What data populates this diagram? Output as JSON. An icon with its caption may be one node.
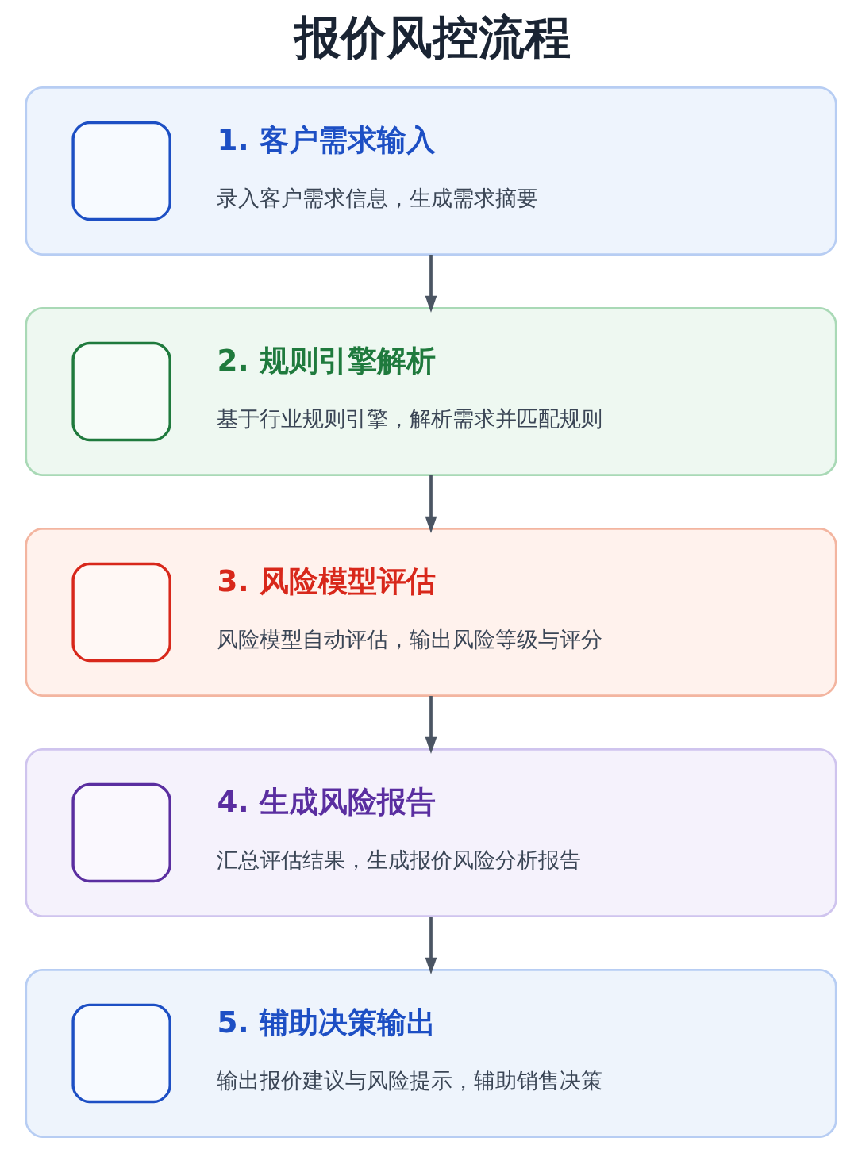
{
  "diagram": {
    "title": "报价风控流程",
    "nodes": [
      {
        "text": [
          "1. 客户需求输入",
          "录入客户需求信息，生成需求摘要"
        ]
      },
      {
        "text": [
          "2. 规则引擎解析",
          "基于行业规则引擎，解析需求并匹配规则"
        ]
      },
      {
        "text": [
          "3. 风险模型评估",
          "风险模型自动评估，输出风险等级与评分"
        ]
      },
      {
        "text": [
          "4. 生成风险报告",
          "汇总评估结果，生成报价风险分析报告"
        ]
      },
      {
        "text": [
          "5. 辅助决策输出",
          "输出报价建议与风险提示，辅助销售决策"
        ]
      }
    ],
    "edges": [
      {
        "from": 0,
        "to": 1,
        "arrow": "to"
      },
      {
        "from": 1,
        "to": 2,
        "arrow": "to"
      },
      {
        "from": 2,
        "to": 3,
        "arrow": "to"
      },
      {
        "from": 3,
        "to": 4,
        "arrow": "to"
      }
    ]
  }
}
